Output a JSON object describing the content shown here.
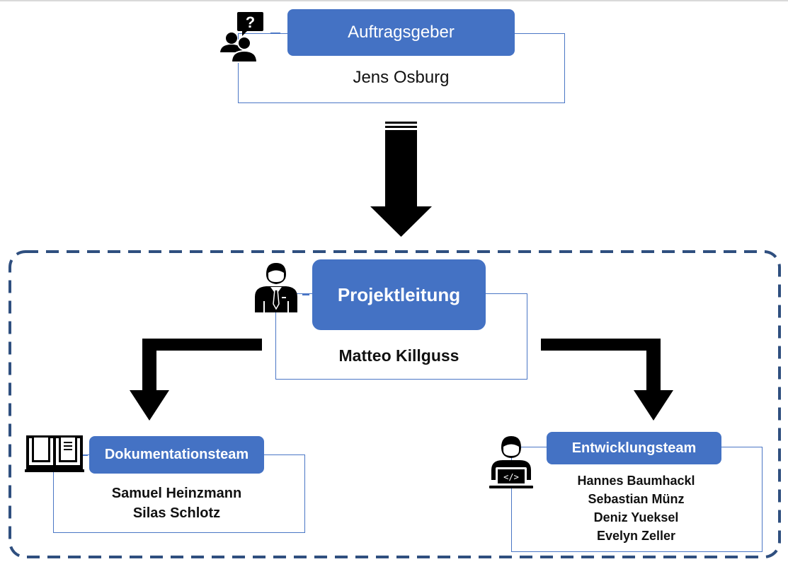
{
  "client": {
    "title": "Auftragsgeber",
    "name": "Jens Osburg",
    "icon": "client-question-icon"
  },
  "lead": {
    "title": "Projektleitung",
    "name": "Matteo Killguss",
    "icon": "manager-icon"
  },
  "documentation": {
    "title": "Dokumentationsteam",
    "members": [
      "Samuel Heinzmann",
      "Silas Schlotz"
    ],
    "icon": "book-icon"
  },
  "development": {
    "title": "Entwicklungsteam",
    "members": [
      "Hannes Baumhackl",
      "Sebastian Münz",
      "Deniz Yueksel",
      "Evelyn Zeller"
    ],
    "icon": "developer-icon"
  },
  "colors": {
    "box_fill": "#4472c4",
    "frame_line": "#4a76c5",
    "dashed_border": "#2f4f7f",
    "arrow": "#000000"
  }
}
